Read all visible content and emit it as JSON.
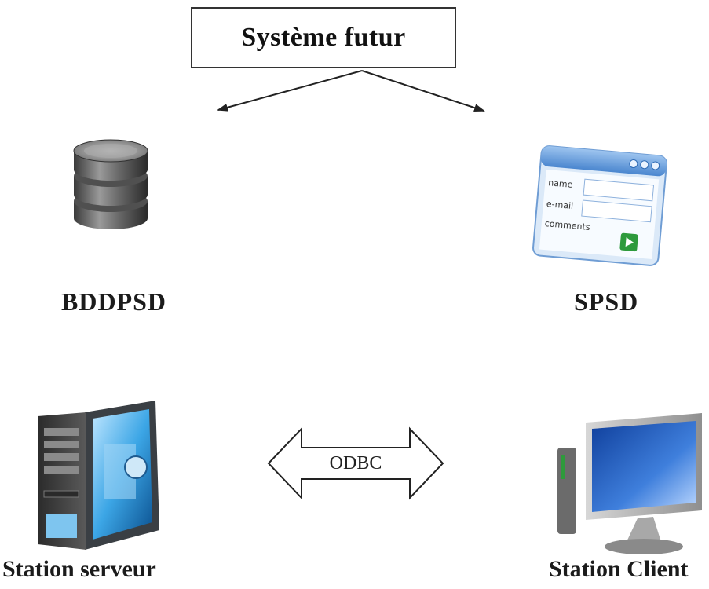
{
  "title": "Système futur",
  "nodes": {
    "database": {
      "label": "BDDPSD",
      "icon": "database-icon"
    },
    "web_form": {
      "label": "SPSD",
      "icon": "web-form-icon",
      "fields": [
        "name",
        "e-mail",
        "comments"
      ]
    },
    "server": {
      "label": "Station serveur",
      "icon": "server-tower-icon"
    },
    "client": {
      "label": "Station Client",
      "icon": "desktop-computer-icon"
    }
  },
  "connector": {
    "label": "ODBC",
    "type": "bidirectional-arrow"
  }
}
